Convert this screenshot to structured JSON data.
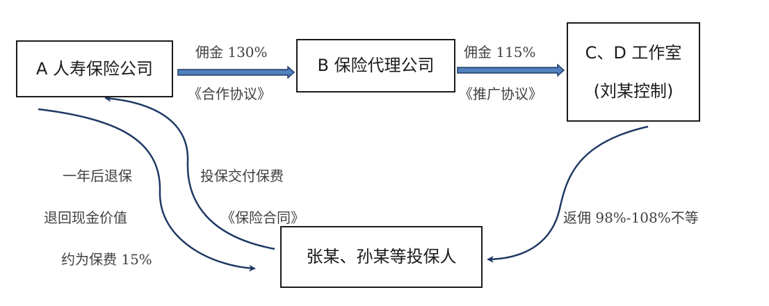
{
  "boxes": {
    "a": {
      "text": "A 人寿保险公司"
    },
    "b": {
      "text": "B 保险代理公司"
    },
    "c": {
      "line1": "C、D 工作室",
      "line2": "(刘某控制)"
    },
    "e": {
      "text": "张某、孙某等投保人"
    }
  },
  "edges": {
    "ab": {
      "top": "佣金 130%",
      "bottom": "《合作协议》"
    },
    "bc": {
      "top": "佣金 115%",
      "bottom": "《推广协议》"
    },
    "ce": {
      "label": "返佣 98%-108%不等"
    },
    "ea": {
      "line1": "投保交付保费",
      "line2": "《保险合同》"
    },
    "ae": {
      "line1": "一年后退保",
      "line2": "退回现金价值",
      "line3": "约为保费 15%"
    }
  },
  "colors": {
    "arrow_fill": "#4f81bd",
    "arrow_stroke": "#1f3864",
    "curve": "#1f3864",
    "border": "#1a1a1a",
    "label_text": "#404040"
  }
}
